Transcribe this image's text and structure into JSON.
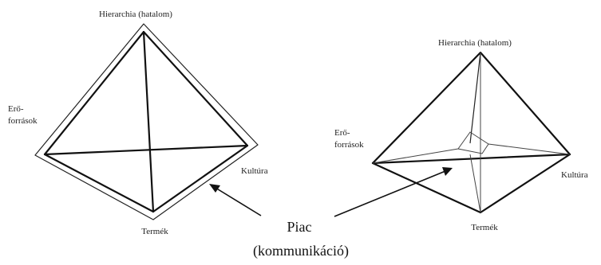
{
  "left_pyramid": {
    "top_label": "Hierarchia (hatalom)",
    "left_label_line1": "Erő-",
    "left_label_line2": "források",
    "right_label": "Kultúra",
    "bottom_label": "Termék"
  },
  "right_pyramid": {
    "top_label": "Hierarchia (hatalom)",
    "left_label_line1": "Erő-",
    "left_label_line2": "források",
    "right_label": "Kultúra",
    "bottom_label": "Termék"
  },
  "center_label": {
    "line1": "Piac",
    "line2": "(kommunikáció)"
  }
}
